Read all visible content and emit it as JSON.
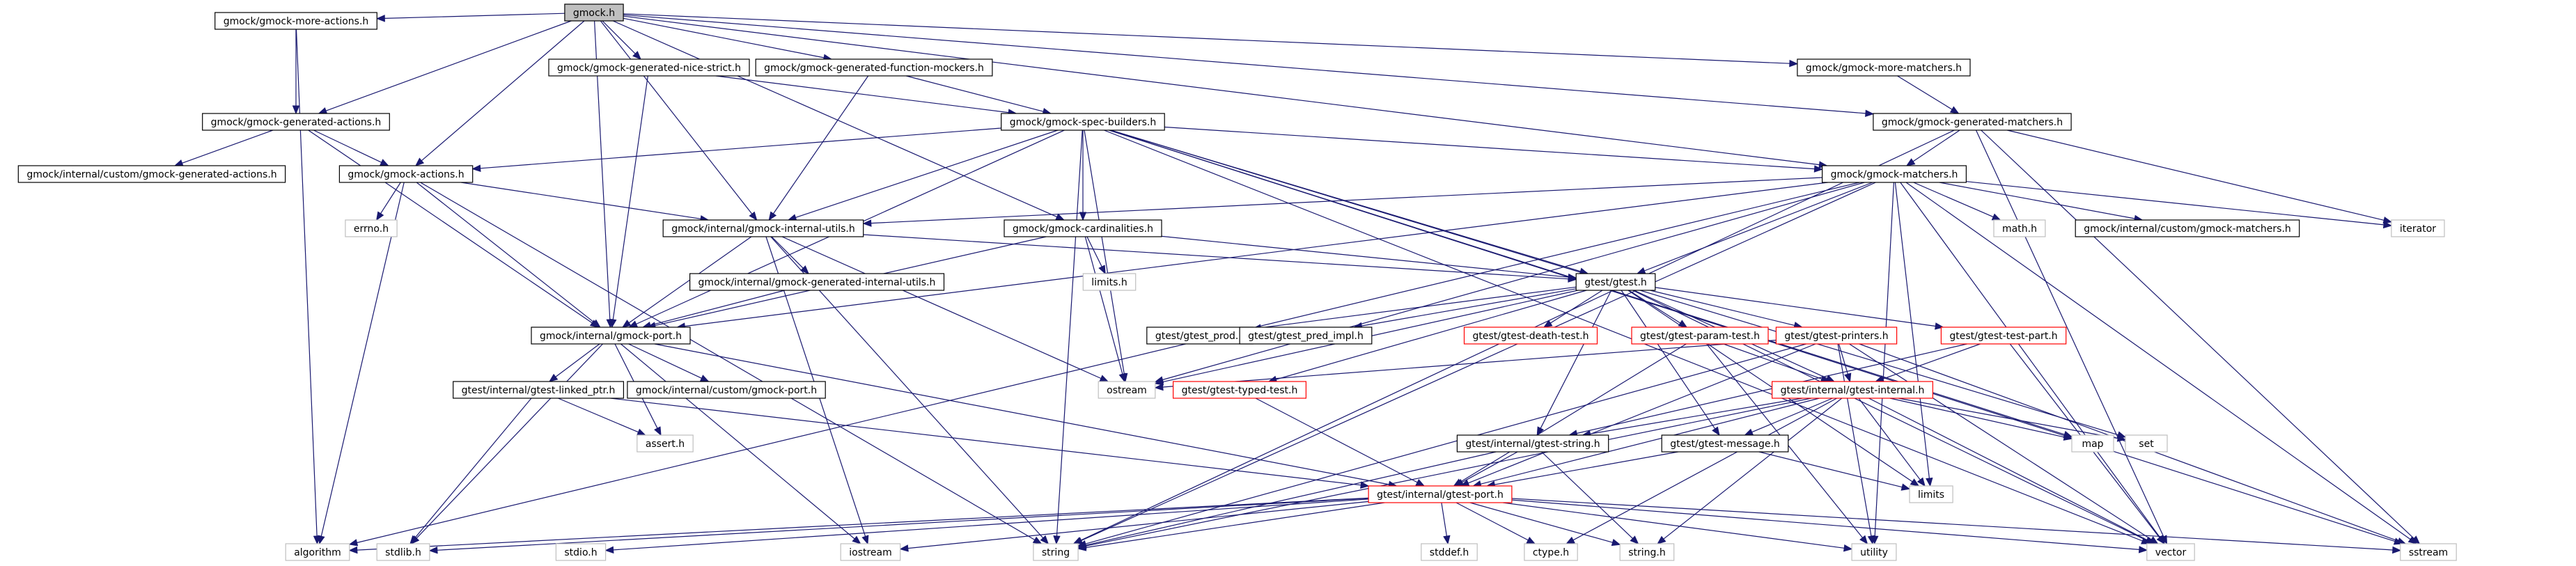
{
  "graph": {
    "nodes": [
      {
        "id": "gmock_h",
        "label": "gmock.h",
        "style": "root"
      },
      {
        "id": "more_actions",
        "label": "gmock/gmock-more-actions.h",
        "style": "normal"
      },
      {
        "id": "gen_nice_strict",
        "label": "gmock/gmock-generated-nice-strict.h",
        "style": "normal"
      },
      {
        "id": "gen_func_mockers",
        "label": "gmock/gmock-generated-function-mockers.h",
        "style": "normal"
      },
      {
        "id": "more_matchers",
        "label": "gmock/gmock-more-matchers.h",
        "style": "normal"
      },
      {
        "id": "gen_actions",
        "label": "gmock/gmock-generated-actions.h",
        "style": "normal"
      },
      {
        "id": "spec_builders",
        "label": "gmock/gmock-spec-builders.h",
        "style": "normal"
      },
      {
        "id": "gen_matchers",
        "label": "gmock/gmock-generated-matchers.h",
        "style": "normal"
      },
      {
        "id": "custom_gen_actions",
        "label": "gmock/internal/custom/gmock-generated-actions.h",
        "style": "normal"
      },
      {
        "id": "actions",
        "label": "gmock/gmock-actions.h",
        "style": "normal"
      },
      {
        "id": "matchers",
        "label": "gmock/gmock-matchers.h",
        "style": "normal"
      },
      {
        "id": "errno",
        "label": "errno.h",
        "style": "gray"
      },
      {
        "id": "internal_utils",
        "label": "gmock/internal/gmock-internal-utils.h",
        "style": "normal"
      },
      {
        "id": "cardinalities",
        "label": "gmock/gmock-cardinalities.h",
        "style": "normal"
      },
      {
        "id": "math",
        "label": "math.h",
        "style": "gray"
      },
      {
        "id": "custom_matchers",
        "label": "gmock/internal/custom/gmock-matchers.h",
        "style": "normal"
      },
      {
        "id": "iterator",
        "label": "iterator",
        "style": "gray"
      },
      {
        "id": "gen_internal_utils",
        "label": "gmock/internal/gmock-generated-internal-utils.h",
        "style": "normal"
      },
      {
        "id": "limits_h",
        "label": "limits.h",
        "style": "gray"
      },
      {
        "id": "gtest_h",
        "label": "gtest/gtest.h",
        "style": "normal"
      },
      {
        "id": "gmock_port",
        "label": "gmock/internal/gmock-port.h",
        "style": "normal"
      },
      {
        "id": "gtest_prod",
        "label": "gtest/gtest_prod.h",
        "style": "normal"
      },
      {
        "id": "gtest_pred_impl",
        "label": "gtest/gtest_pred_impl.h",
        "style": "normal"
      },
      {
        "id": "death_test",
        "label": "gtest/gtest-death-test.h",
        "style": "red"
      },
      {
        "id": "param_test",
        "label": "gtest/gtest-param-test.h",
        "style": "red"
      },
      {
        "id": "printers",
        "label": "gtest/gtest-printers.h",
        "style": "red"
      },
      {
        "id": "test_part",
        "label": "gtest/gtest-test-part.h",
        "style": "red"
      },
      {
        "id": "ostream",
        "label": "ostream",
        "style": "gray"
      },
      {
        "id": "typed_test",
        "label": "gtest/gtest-typed-test.h",
        "style": "red"
      },
      {
        "id": "linked_ptr",
        "label": "gtest/internal/gtest-linked_ptr.h",
        "style": "normal"
      },
      {
        "id": "custom_port",
        "label": "gmock/internal/custom/gmock-port.h",
        "style": "normal"
      },
      {
        "id": "gtest_internal",
        "label": "gtest/internal/gtest-internal.h",
        "style": "red"
      },
      {
        "id": "map",
        "label": "map",
        "style": "gray"
      },
      {
        "id": "set",
        "label": "set",
        "style": "gray"
      },
      {
        "id": "assert",
        "label": "assert.h",
        "style": "gray"
      },
      {
        "id": "gtest_string",
        "label": "gtest/internal/gtest-string.h",
        "style": "normal"
      },
      {
        "id": "message",
        "label": "gtest/gtest-message.h",
        "style": "normal"
      },
      {
        "id": "limits",
        "label": "limits",
        "style": "gray"
      },
      {
        "id": "gtest_port",
        "label": "gtest/internal/gtest-port.h",
        "style": "red"
      },
      {
        "id": "algorithm",
        "label": "algorithm",
        "style": "gray"
      },
      {
        "id": "stdlib",
        "label": "stdlib.h",
        "style": "gray"
      },
      {
        "id": "stdio",
        "label": "stdio.h",
        "style": "gray"
      },
      {
        "id": "iostream",
        "label": "iostream",
        "style": "gray"
      },
      {
        "id": "string",
        "label": "string",
        "style": "gray"
      },
      {
        "id": "stddef",
        "label": "stddef.h",
        "style": "gray"
      },
      {
        "id": "ctype",
        "label": "ctype.h",
        "style": "gray"
      },
      {
        "id": "string_h",
        "label": "string.h",
        "style": "gray"
      },
      {
        "id": "utility",
        "label": "utility",
        "style": "gray"
      },
      {
        "id": "vector",
        "label": "vector",
        "style": "gray"
      },
      {
        "id": "sstream",
        "label": "sstream",
        "style": "gray"
      }
    ],
    "edges": [
      [
        "gmock_h",
        "more_actions"
      ],
      [
        "gmock_h",
        "gen_actions"
      ],
      [
        "gmock_h",
        "gen_nice_strict"
      ],
      [
        "gmock_h",
        "gen_func_mockers"
      ],
      [
        "gmock_h",
        "more_matchers"
      ],
      [
        "gmock_h",
        "gen_matchers"
      ],
      [
        "gmock_h",
        "actions"
      ],
      [
        "gmock_h",
        "internal_utils"
      ],
      [
        "gmock_h",
        "cardinalities"
      ],
      [
        "gmock_h",
        "matchers"
      ],
      [
        "gmock_h",
        "gmock_port"
      ],
      [
        "more_actions",
        "gen_actions"
      ],
      [
        "more_actions",
        "algorithm"
      ],
      [
        "gen_actions",
        "custom_gen_actions"
      ],
      [
        "gen_actions",
        "actions"
      ],
      [
        "gen_actions",
        "gmock_port"
      ],
      [
        "gen_nice_strict",
        "spec_builders"
      ],
      [
        "gen_nice_strict",
        "gmock_port"
      ],
      [
        "gen_func_mockers",
        "spec_builders"
      ],
      [
        "gen_func_mockers",
        "internal_utils"
      ],
      [
        "more_matchers",
        "gen_matchers"
      ],
      [
        "gen_matchers",
        "matchers"
      ],
      [
        "gen_matchers",
        "iterator"
      ],
      [
        "gen_matchers",
        "sstream"
      ],
      [
        "gen_matchers",
        "string"
      ],
      [
        "gen_matchers",
        "vector"
      ],
      [
        "spec_builders",
        "actions"
      ],
      [
        "spec_builders",
        "cardinalities"
      ],
      [
        "spec_builders",
        "internal_utils"
      ],
      [
        "spec_builders",
        "matchers"
      ],
      [
        "spec_builders",
        "gmock_port"
      ],
      [
        "spec_builders",
        "gtest_h"
      ],
      [
        "spec_builders",
        "map"
      ],
      [
        "spec_builders",
        "set"
      ],
      [
        "spec_builders",
        "sstream"
      ],
      [
        "spec_builders",
        "string"
      ],
      [
        "spec_builders",
        "vector"
      ],
      [
        "spec_builders",
        "ostream"
      ],
      [
        "actions",
        "errno"
      ],
      [
        "actions",
        "algorithm"
      ],
      [
        "actions",
        "string"
      ],
      [
        "actions",
        "internal_utils"
      ],
      [
        "actions",
        "gmock_port"
      ],
      [
        "matchers",
        "math"
      ],
      [
        "matchers",
        "custom_matchers"
      ],
      [
        "matchers",
        "iterator"
      ],
      [
        "matchers",
        "internal_utils"
      ],
      [
        "matchers",
        "gmock_port"
      ],
      [
        "matchers",
        "gtest_h"
      ],
      [
        "matchers",
        "algorithm"
      ],
      [
        "matchers",
        "limits"
      ],
      [
        "matchers",
        "ostream"
      ],
      [
        "matchers",
        "sstream"
      ],
      [
        "matchers",
        "string"
      ],
      [
        "matchers",
        "utility"
      ],
      [
        "matchers",
        "vector"
      ],
      [
        "internal_utils",
        "gen_internal_utils"
      ],
      [
        "internal_utils",
        "gmock_port"
      ],
      [
        "internal_utils",
        "gtest_h"
      ],
      [
        "internal_utils",
        "iostream"
      ],
      [
        "internal_utils",
        "ostream"
      ],
      [
        "internal_utils",
        "string"
      ],
      [
        "gen_internal_utils",
        "gmock_port"
      ],
      [
        "cardinalities",
        "limits_h"
      ],
      [
        "cardinalities",
        "ostream"
      ],
      [
        "cardinalities",
        "gmock_port"
      ],
      [
        "cardinalities",
        "gtest_h"
      ],
      [
        "gmock_port",
        "assert"
      ],
      [
        "gmock_port",
        "stdlib"
      ],
      [
        "gmock_port",
        "iostream"
      ],
      [
        "gmock_port",
        "linked_ptr"
      ],
      [
        "gmock_port",
        "custom_port"
      ],
      [
        "gmock_port",
        "gtest_port"
      ],
      [
        "linked_ptr",
        "stdlib"
      ],
      [
        "linked_ptr",
        "assert"
      ],
      [
        "linked_ptr",
        "gtest_port"
      ],
      [
        "gtest_h",
        "gtest_prod"
      ],
      [
        "gtest_h",
        "gtest_pred_impl"
      ],
      [
        "gtest_h",
        "death_test"
      ],
      [
        "gtest_h",
        "param_test"
      ],
      [
        "gtest_h",
        "printers"
      ],
      [
        "gtest_h",
        "test_part"
      ],
      [
        "gtest_h",
        "typed_test"
      ],
      [
        "gtest_h",
        "gtest_internal"
      ],
      [
        "gtest_h",
        "gtest_string"
      ],
      [
        "gtest_h",
        "message"
      ],
      [
        "gtest_h",
        "limits"
      ],
      [
        "gtest_h",
        "ostream"
      ],
      [
        "gtest_h",
        "vector"
      ],
      [
        "param_test",
        "gtest_internal"
      ],
      [
        "param_test",
        "gtest_port"
      ],
      [
        "param_test",
        "utility"
      ],
      [
        "printers",
        "gtest_internal"
      ],
      [
        "printers",
        "gtest_port"
      ],
      [
        "printers",
        "ostream"
      ],
      [
        "printers",
        "sstream"
      ],
      [
        "printers",
        "string"
      ],
      [
        "printers",
        "utility"
      ],
      [
        "printers",
        "vector"
      ],
      [
        "test_part",
        "gtest_internal"
      ],
      [
        "test_part",
        "gtest_string"
      ],
      [
        "test_part",
        "vector"
      ],
      [
        "typed_test",
        "gtest_port"
      ],
      [
        "gtest_internal",
        "gtest_port"
      ],
      [
        "gtest_internal",
        "gtest_string"
      ],
      [
        "gtest_internal",
        "message"
      ],
      [
        "gtest_internal",
        "ctype"
      ],
      [
        "gtest_internal",
        "string_h"
      ],
      [
        "gtest_internal",
        "limits"
      ],
      [
        "gtest_internal",
        "map"
      ],
      [
        "gtest_internal",
        "set"
      ],
      [
        "gtest_internal",
        "string"
      ],
      [
        "gtest_internal",
        "vector"
      ],
      [
        "gtest_string",
        "gtest_port"
      ],
      [
        "gtest_string",
        "string_h"
      ],
      [
        "gtest_string",
        "string"
      ],
      [
        "message",
        "gtest_port"
      ],
      [
        "message",
        "limits"
      ],
      [
        "gtest_port",
        "algorithm"
      ],
      [
        "gtest_port",
        "stdlib"
      ],
      [
        "gtest_port",
        "stdio"
      ],
      [
        "gtest_port",
        "iostream"
      ],
      [
        "gtest_port",
        "string"
      ],
      [
        "gtest_port",
        "stddef"
      ],
      [
        "gtest_port",
        "ctype"
      ],
      [
        "gtest_port",
        "string_h"
      ],
      [
        "gtest_port",
        "utility"
      ],
      [
        "gtest_port",
        "vector"
      ],
      [
        "gtest_port",
        "sstream"
      ]
    ]
  }
}
